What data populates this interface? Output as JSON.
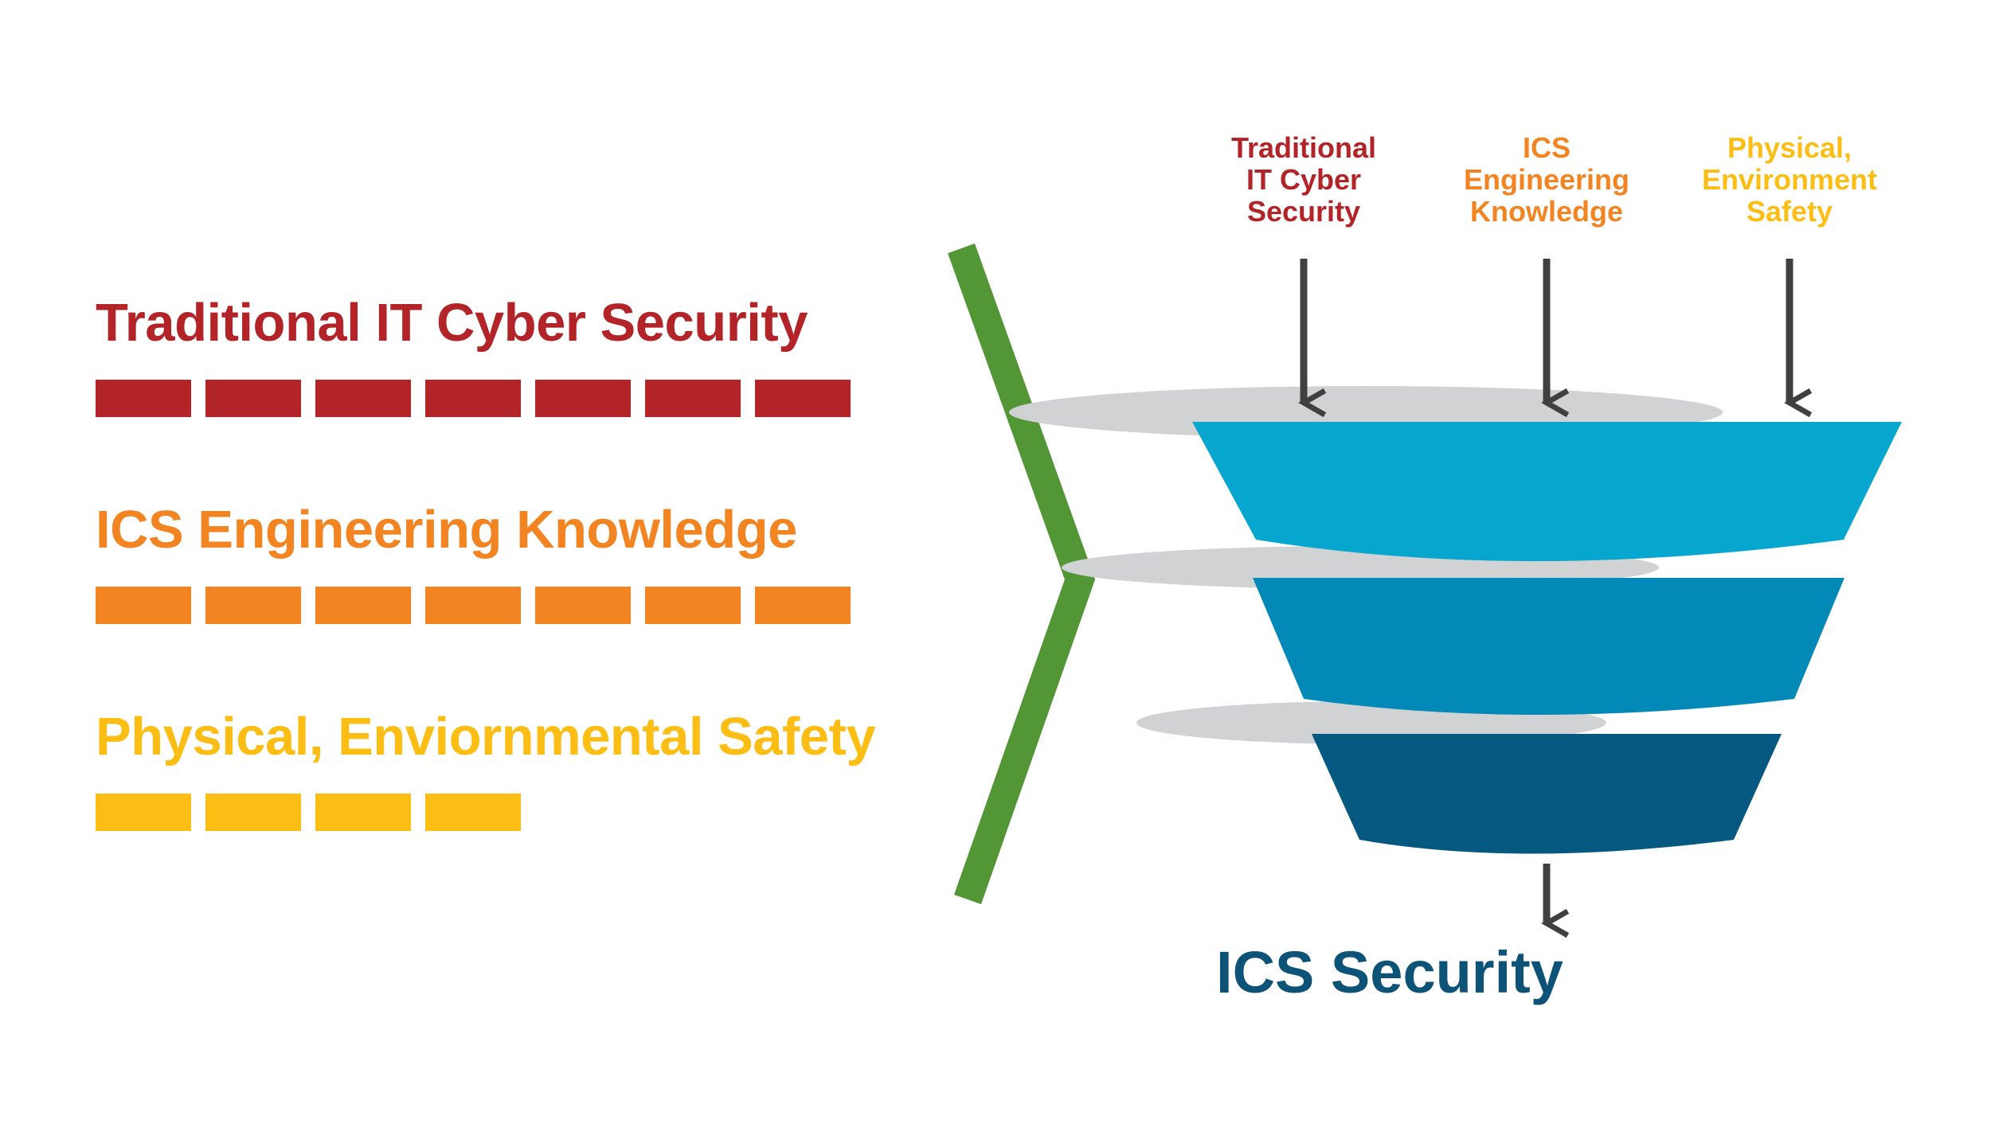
{
  "colors": {
    "red": "#b22428",
    "orange": "#f28522",
    "yellow": "#fcbd14",
    "green": "#539636",
    "funnel_top": "#06a6cf",
    "funnel_middle": "#0289b7",
    "funnel_bottom": "#05587f",
    "rim_gray": "#d0d2d4",
    "arrow_gray": "#404040",
    "output_navy": "#0d5377"
  },
  "skills": [
    {
      "title": "Traditional IT Cyber Security",
      "color": "#b22428",
      "bar_segments": 7
    },
    {
      "title": "ICS Engineering Knowledge",
      "color": "#f28522",
      "bar_segments": 7
    },
    {
      "title": "Physical, Enviornmental Safety",
      "color": "#fcbd14",
      "bar_segments": 4
    }
  ],
  "funnel": {
    "inputs": [
      {
        "lines": [
          "Traditional",
          "IT Cyber",
          "Security"
        ],
        "color": "#b22428"
      },
      {
        "lines": [
          "ICS",
          "Engineering",
          "Knowledge"
        ],
        "color": "#f28522"
      },
      {
        "lines": [
          "Physical,",
          "Environment",
          "Safety"
        ],
        "color": "#fcbd14"
      }
    ],
    "output": "ICS Security"
  }
}
